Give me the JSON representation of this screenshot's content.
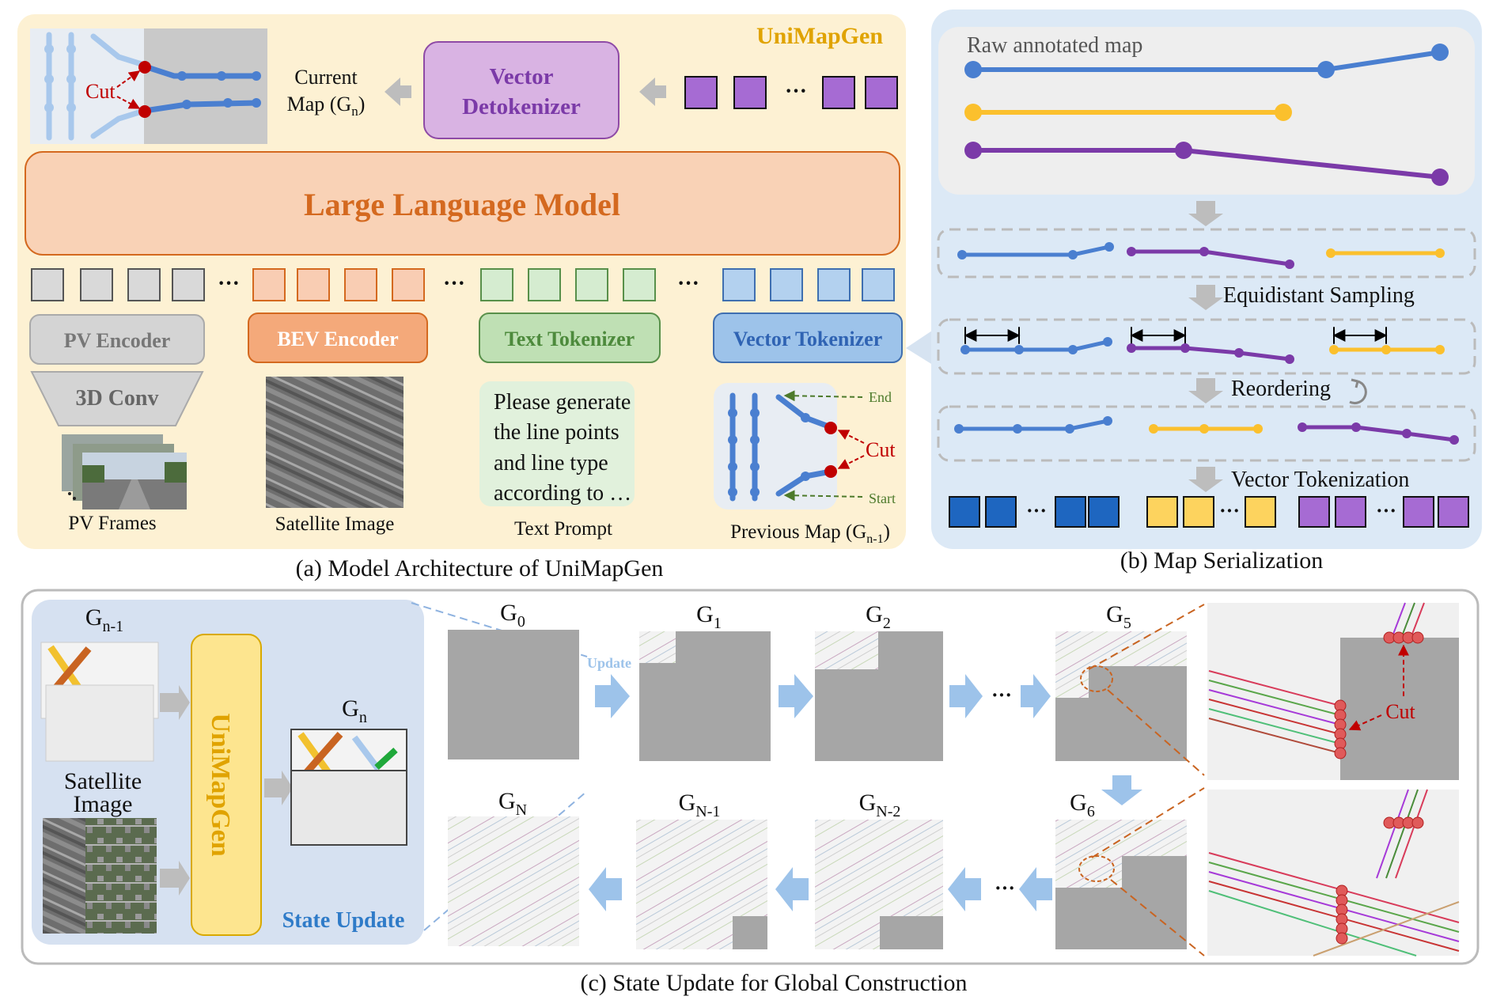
{
  "panel_a": {
    "brand": "UniMapGen",
    "current_map_line1": "Current",
    "current_map_line2": "Map (G",
    "current_map_sub": "n",
    "current_map_close": ")",
    "cut": "Cut",
    "detokenizer_line1": "Vector",
    "detokenizer_line2": "Detokenizer",
    "llm": "Large Language Model",
    "ellipsis": "···",
    "pv_encoder": "PV Encoder",
    "conv3d": "3D Conv",
    "bev_encoder": "BEV Encoder",
    "text_tokenizer": "Text Tokenizer",
    "vector_tokenizer": "Vector Tokenizer",
    "pv_frames": "PV Frames",
    "satellite_image": "Satellite Image",
    "prompt_lines": [
      "Please generate",
      "the line points",
      "and line type",
      "according to …"
    ],
    "text_prompt": "Text Prompt",
    "prev_map": "Previous Map (G",
    "prev_map_sub": "n-1",
    "prev_map_close": ")",
    "end": "End",
    "start": "Start",
    "caption": "(a) Model Architecture of UniMapGen"
  },
  "panel_b": {
    "raw_map": "Raw annotated map",
    "equidistant": "Equidistant Sampling",
    "reordering": "Reordering",
    "vector_tokenization": "Vector Tokenization",
    "ellipsis": "···",
    "caption": "(b) Map Serialization"
  },
  "panel_c": {
    "gn1_base": "G",
    "gn1_sub": "n-1",
    "satellite_line1": "Satellite",
    "satellite_line2": "Image",
    "unimapgen": "UniMapGen",
    "gn_base": "G",
    "gn_sub": "n",
    "state_update": "State Update",
    "update": "Update",
    "cut": "Cut",
    "ellipsis": "···",
    "grid_labels": [
      {
        "base": "G",
        "sub": "0"
      },
      {
        "base": "G",
        "sub": "1"
      },
      {
        "base": "G",
        "sub": "2"
      },
      {
        "base": "G",
        "sub": "5"
      },
      {
        "base": "G",
        "sub": "N"
      },
      {
        "base": "G",
        "sub": "N-1"
      },
      {
        "base": "G",
        "sub": "N-2"
      },
      {
        "base": "G",
        "sub": "6"
      }
    ],
    "caption": "(c)  State Update for Global Construction"
  },
  "colors": {
    "panel_a_bg": "#fdf1d3",
    "panel_b_bg": "#dce9f6",
    "llm": "#f9d2b6",
    "blue_line": "#4a7fd0",
    "yellow_line": "#fbc02d",
    "purple_line": "#7b3aa8",
    "token_gray": "#d9d9d9",
    "token_orange": "#f9cdb3",
    "token_green": "#d5ecd0",
    "token_blue": "#b3d1ef",
    "token_purple": "#a66bd3",
    "brand_gold": "#e0a300"
  }
}
